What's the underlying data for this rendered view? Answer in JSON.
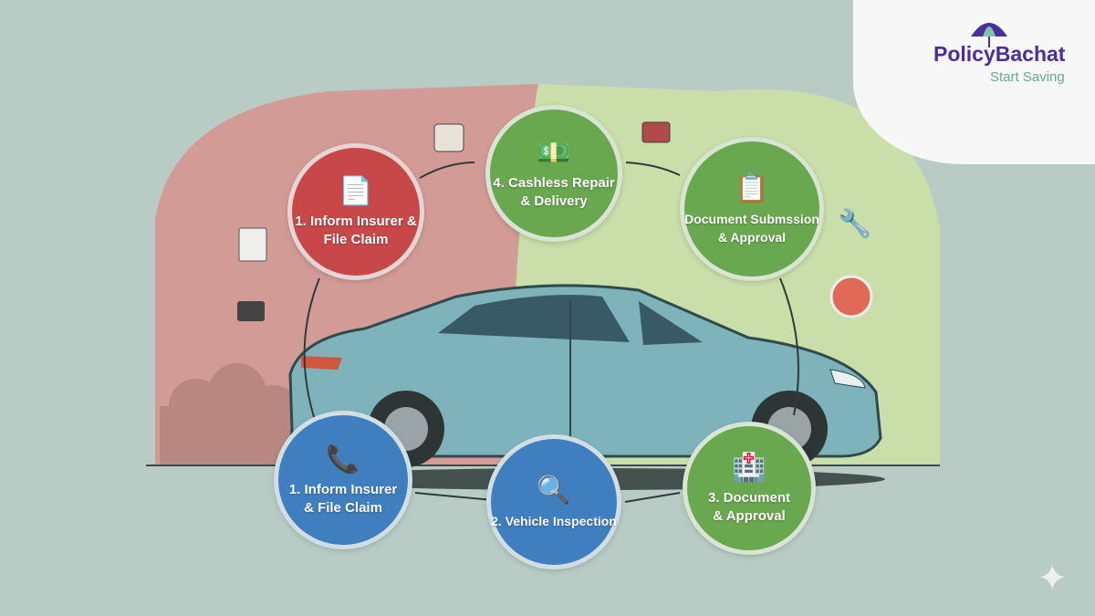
{
  "logo": {
    "brand": "PolicyBachat",
    "tagline": "Start Saving"
  },
  "colors": {
    "background": "#b8ccc5",
    "red_zone": "#d39b96",
    "green_zone": "#c9dea8",
    "red_step": "#c8484a",
    "green_step": "#6aa84f",
    "blue_step": "#3f7fbf",
    "car": "#7fb3bb"
  },
  "steps": [
    {
      "label": "1. Inform Insurer &\nFile Claim",
      "icon": "document-x-icon"
    },
    {
      "label": "4. Cashless Repair\n& Delivery",
      "icon": "cash-hand-icon"
    },
    {
      "label": "Document Submssion\n& Approval",
      "icon": "clipboard-check-icon"
    },
    {
      "label": "1. Inform Insurer\n& File Claim",
      "icon": "phone-card-icon"
    },
    {
      "label": "2. Vehicle Inspection",
      "icon": "magnifier-car-icon"
    },
    {
      "label": "3. Document\n& Approval",
      "icon": "garage-icon"
    }
  ]
}
